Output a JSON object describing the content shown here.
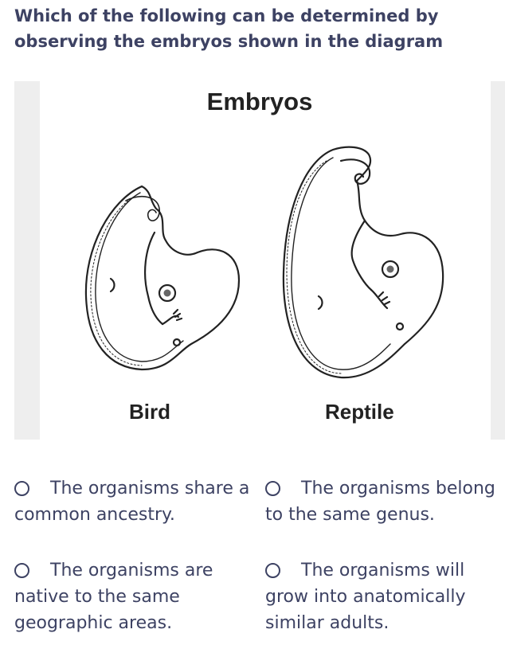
{
  "question": "Which of the following can be determined by observing the embryos shown in the diagram",
  "figure": {
    "title": "Embryos",
    "labels": [
      "Bird",
      "Reptile"
    ]
  },
  "options": [
    {
      "text": "The organisms share a common ancestry."
    },
    {
      "text": "The organisms belong to the same genus."
    },
    {
      "text": "The organisms are native to the same geographic areas."
    },
    {
      "text": "The organisms will grow into anatomically similar adults."
    }
  ]
}
